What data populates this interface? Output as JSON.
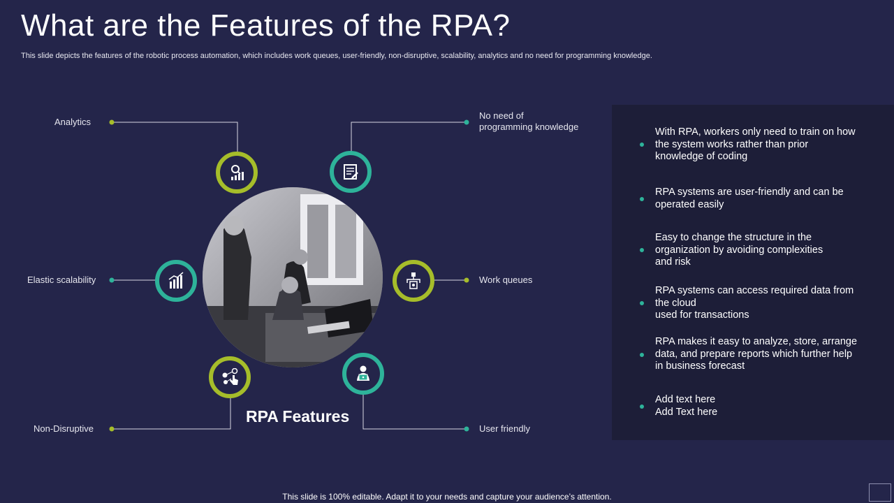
{
  "slide": {
    "title": "What are the Features of the RPA?",
    "subtitle": "This slide depicts the features of the robotic process automation, which includes work queues, user-friendly, non-disruptive, scalability, analytics and no need for programming knowledge.",
    "center_label": "RPA Features",
    "footer": "This slide is 100% editable. Adapt it to your needs and capture your audience’s attention."
  },
  "features": {
    "analytics": "Analytics",
    "no_programming": "No need of\nprogramming knowledge",
    "elastic": "Elastic scalability",
    "work_queues": "Work queues",
    "non_disruptive": "Non-Disruptive",
    "user_friendly": "User friendly"
  },
  "panel": {
    "items": [
      "With RPA, workers only need to train on how\nthe system works rather than prior\nknowledge of coding",
      "RPA systems are user-friendly and can be\noperated easily",
      "Easy to change the structure in the\norganization by avoiding complexities\nand risk",
      "RPA systems can access required data from\nthe cloud\nused for transactions",
      "RPA makes it easy to analyze, store, arrange\ndata, and prepare reports which further help\nin business forecast",
      "Add text here\nAdd Text here"
    ]
  },
  "colors": {
    "background": "#24254a",
    "panel": "#1d1e38",
    "accent_lime": "#a6bd2a",
    "accent_teal": "#2eb39a"
  },
  "icons": {
    "analytics": "analytics-chart-icon",
    "no_programming": "document-edit-icon",
    "elastic": "growth-chart-icon",
    "work_queues": "workflow-icon",
    "non_disruptive": "touch-network-icon",
    "user_friendly": "user-laptop-icon"
  }
}
